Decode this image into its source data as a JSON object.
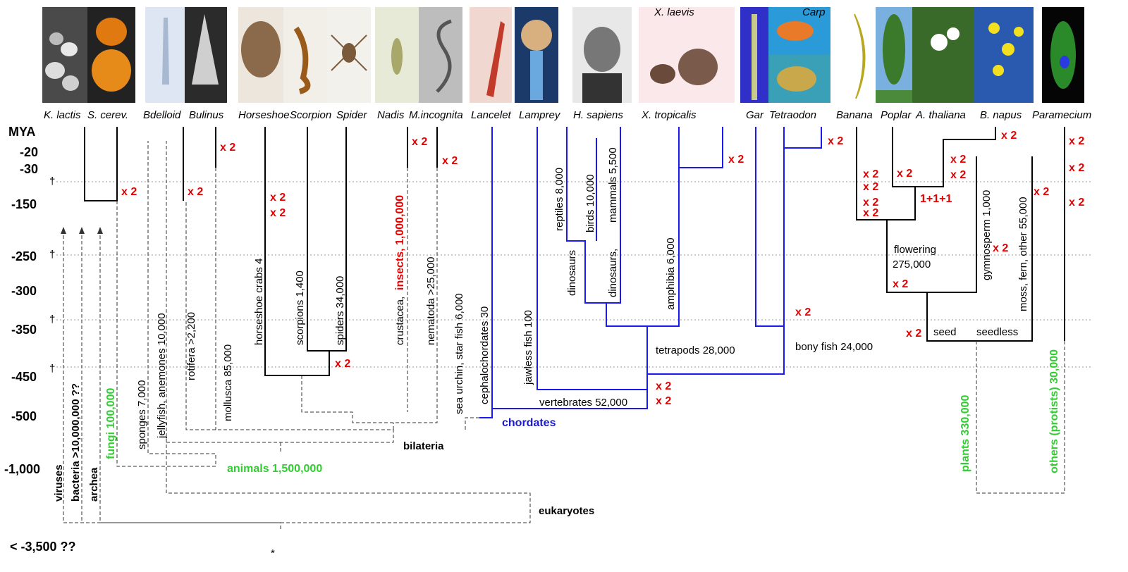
{
  "species": [
    {
      "id": "klactis",
      "name": "K. lactis",
      "italic": true
    },
    {
      "id": "scerev",
      "name": "S. cerev.",
      "italic": true
    },
    {
      "id": "bdelloid",
      "name": "Bdelloid",
      "italic": true
    },
    {
      "id": "bulinus",
      "name": "Bulinus",
      "italic": true
    },
    {
      "id": "horseshoe",
      "name": "Horseshoe",
      "italic": true
    },
    {
      "id": "scorpion",
      "name": "Scorpion",
      "italic": true
    },
    {
      "id": "spider",
      "name": "Spider",
      "italic": true
    },
    {
      "id": "nadis",
      "name": "Nadis",
      "italic": true
    },
    {
      "id": "mincognita",
      "name": "M.incognita",
      "italic": true
    },
    {
      "id": "lancelet",
      "name": "Lancelet",
      "italic": true
    },
    {
      "id": "lamprey",
      "name": "Lamprey",
      "italic": true
    },
    {
      "id": "hsapiens",
      "name": "H. sapiens",
      "italic": true
    },
    {
      "id": "xtropicalis",
      "name": "X. tropicalis",
      "italic": true
    },
    {
      "id": "gar",
      "name": "Gar",
      "italic": true
    },
    {
      "id": "tetraodon",
      "name": "Tetraodon",
      "italic": true
    },
    {
      "id": "banana",
      "name": "Banana",
      "italic": true
    },
    {
      "id": "poplar",
      "name": "Poplar",
      "italic": true
    },
    {
      "id": "athaliana",
      "name": "A. thaliana",
      "italic": true
    },
    {
      "id": "bnapus",
      "name": "B. napus",
      "italic": true
    },
    {
      "id": "paramecium",
      "name": "Paramecium",
      "italic": true
    }
  ],
  "photo_captions": {
    "xlaevis": "X. laevis",
    "carp": "Carp"
  },
  "axis": {
    "title": "MYA",
    "ticks": [
      "-20",
      "-30",
      "-150",
      "-250",
      "-300",
      "-350",
      "-450",
      "-500",
      "-1,000",
      "< -3,500 ??"
    ],
    "daggers": [
      "†",
      "†",
      "†",
      "†"
    ]
  },
  "duplication_label": "x 2",
  "triplication_label": "1+1+1",
  "groups": {
    "viruses": "viruses",
    "bacteria": "bacteria  >10,000,000 ??",
    "archea": "archea",
    "fungi": "fungi   100,000",
    "sponges": "sponges  7,000",
    "jellyfish": "jellyfish,  anemones  10,000",
    "rotifera": "rotifera   >2,200",
    "mollusca": "mollusca   85,000",
    "horseshoe_crabs": "horseshoe crabs   4",
    "scorpions": "scorpions   1,400",
    "spiders": "spiders    34,000",
    "crustacea": "crustacea,",
    "insects": "insects,  1,000,000",
    "nematoda": "nematoda   >25,000",
    "seaurchin": "sea urchin,  star fish  6,000",
    "cephalochordates": "cephalochordates  30",
    "jawless": "jawless fish  100",
    "reptiles": "reptiles   8,000",
    "dinosaurs1": "dinosaurs",
    "birds": "birds  10,000",
    "dinosaurs2": "dinosaurs,",
    "mammals": "mammals  5,500",
    "amphibia": "amphibia   6,000",
    "tetrapods": "tetrapods   28,000",
    "vertebrates": "vertebrates  52,000",
    "chordates": "chordates",
    "bonyfish": "bony fish   24,000",
    "bilateria": "bilateria",
    "animals": "animals     1,500,000",
    "eukaryotes": "eukaryotes",
    "flowering1": "flowering",
    "flowering2": "275,000",
    "seed": "seed",
    "seedless": "seedless",
    "gymnosperm": "gymnosperm   1,000",
    "moss": "moss,  fern,  other   55,000",
    "plants": "plants      330,000",
    "others": "others   (protists)   30,000"
  },
  "root_symbol": "*",
  "colors": {
    "duplication": "#e60000",
    "chordate_lineage": "#1a1aee",
    "group_totals": "#33cc33",
    "tree": "#000000"
  },
  "icons": [
    "yeast-photo",
    "rotifer-photo",
    "snail-shell-photo",
    "horseshoe-crab-photo",
    "scorpion-photo",
    "spider-photo",
    "insect-photo",
    "nematode-photo",
    "lancelet-photo",
    "lamprey-mouth-photo",
    "human-portrait-photo",
    "frog-photo",
    "gar-photo",
    "carp-photo",
    "pufferfish-photo",
    "banana-photo",
    "poplar-tree-photo",
    "arabidopsis-flower-photo",
    "rapeseed-flower-photo",
    "paramecium-photo"
  ]
}
